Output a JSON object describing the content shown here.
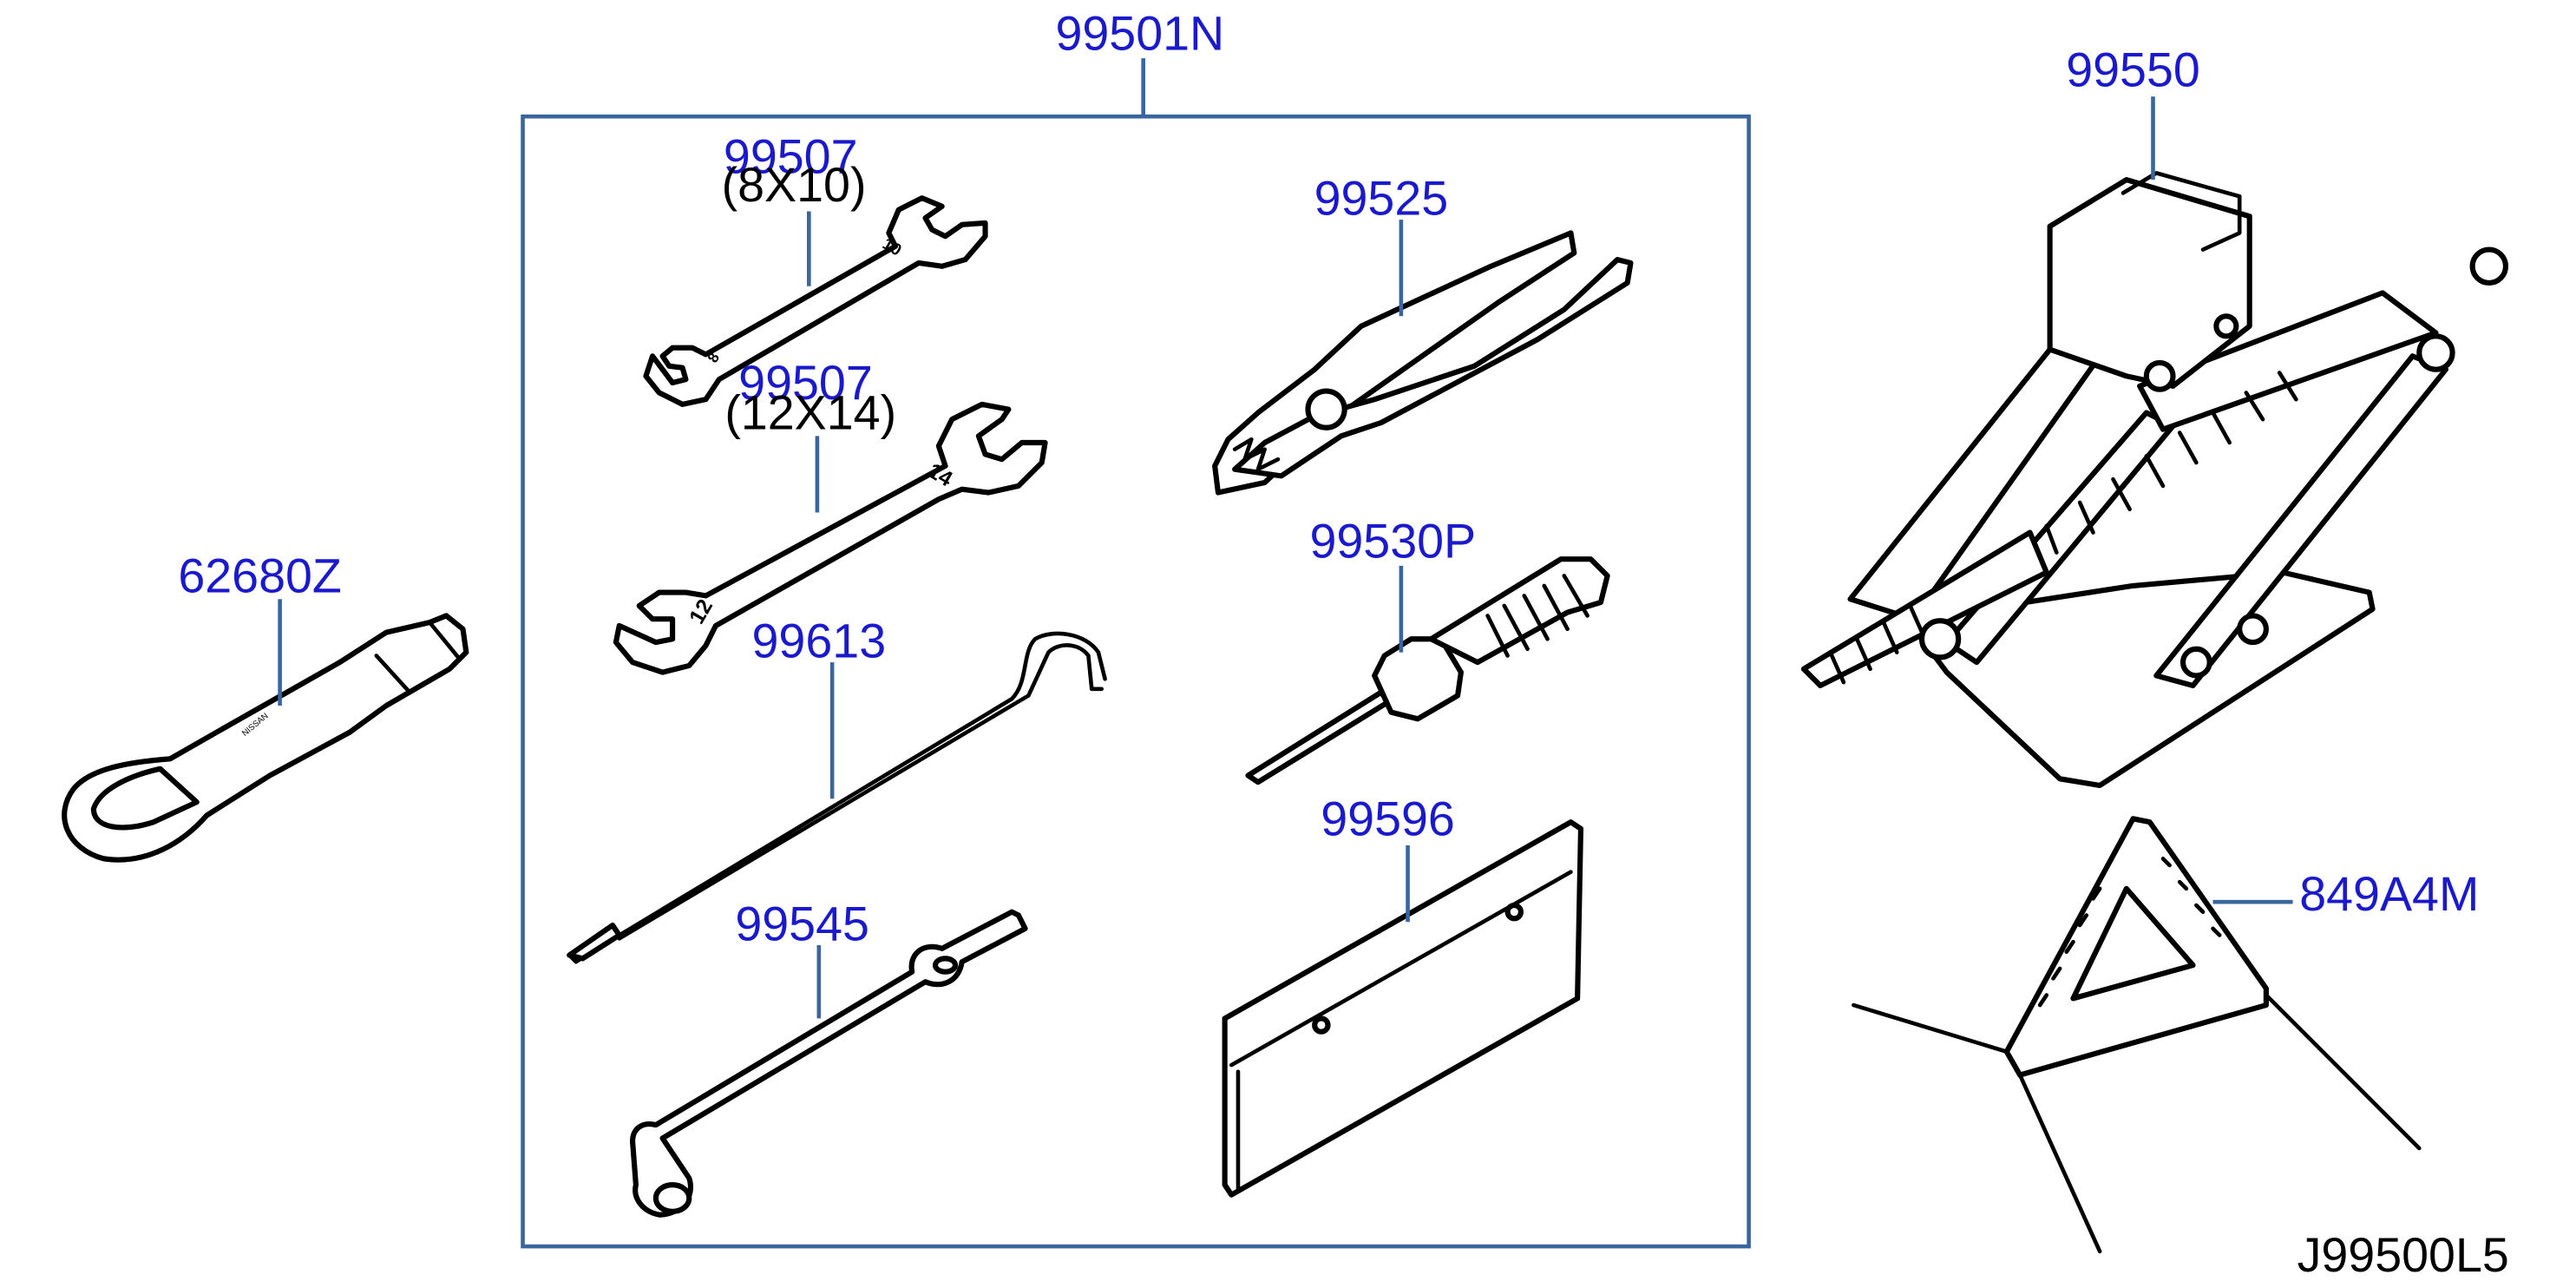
{
  "colors": {
    "callout": "#1a1acc",
    "lines": "#3a66a0",
    "drawing": "#000000",
    "background": "#ffffff"
  },
  "kit": {
    "part_number": "99501N"
  },
  "parts": {
    "wrench_8x10": {
      "part_number": "99507",
      "size": "(8X10)",
      "marks": {
        "small": "8",
        "large": "10"
      }
    },
    "wrench_12x14": {
      "part_number": "99507",
      "size": "(12X14)",
      "marks": {
        "small": "12",
        "large": "14"
      }
    },
    "pliers": {
      "part_number": "99525"
    },
    "screwdriver": {
      "part_number": "99530P"
    },
    "hook_rod": {
      "part_number": "99613"
    },
    "wheel_wrench": {
      "part_number": "99545"
    },
    "tool_bag": {
      "part_number": "99596"
    },
    "tow_hook": {
      "part_number": "62680Z",
      "engraving": "NISSAN"
    },
    "jack": {
      "part_number": "99550"
    },
    "warning_triangle": {
      "part_number": "849A4M"
    }
  },
  "diagram_code": "J99500L5"
}
